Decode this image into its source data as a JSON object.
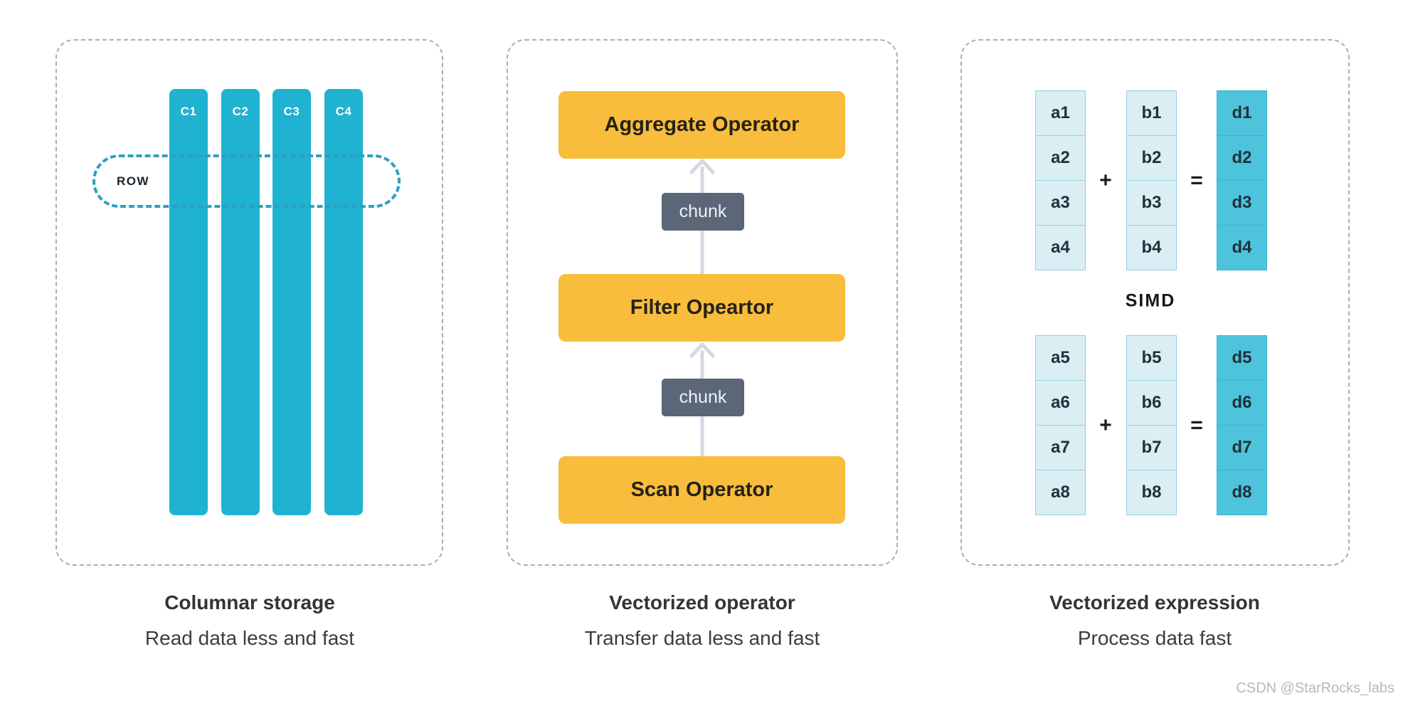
{
  "colors": {
    "column_teal": "#20b2d1",
    "row_outline_teal": "#2d9fc1",
    "operator_yellow": "#f8bd3c",
    "operator_text": "#262117",
    "chunk_slate": "#5b6677",
    "chunk_text": "#eff2f6",
    "arrow_gray": "#d4d8e2",
    "cell_light_fill": "#daeef3",
    "cell_light_border": "#93d3df",
    "cell_dark_fill": "#4ec3dc",
    "cell_dark_border": "#39b6d1",
    "cell_text": "#22313a",
    "sign_text": "#1e1e1e",
    "panel_border": "#aeaeae",
    "caption_text": "#343434",
    "watermark_gray": "#b8b8b8"
  },
  "panels": [
    {
      "id": "columnar-storage",
      "caption_title": "Columnar storage",
      "caption_subtitle": "Read data less and fast",
      "columns": [
        "C1",
        "C2",
        "C3",
        "C4"
      ],
      "row_label": "ROW"
    },
    {
      "id": "vectorized-operator",
      "caption_title": "Vectorized operator",
      "caption_subtitle": "Transfer data less and fast",
      "operators": [
        "Aggregate Operator",
        "Filter Opeartor",
        "Scan Operator"
      ],
      "chunk_label": "chunk"
    },
    {
      "id": "vectorized-expression",
      "caption_title": "Vectorized expression",
      "caption_subtitle": "Process data fast",
      "simd_label": "SIMD",
      "plus": "+",
      "equals": "=",
      "groups": [
        {
          "a": [
            "a1",
            "a2",
            "a3",
            "a4"
          ],
          "b": [
            "b1",
            "b2",
            "b3",
            "b4"
          ],
          "d": [
            "d1",
            "d2",
            "d3",
            "d4"
          ]
        },
        {
          "a": [
            "a5",
            "a6",
            "a7",
            "a8"
          ],
          "b": [
            "b5",
            "b6",
            "b7",
            "b8"
          ],
          "d": [
            "d5",
            "d6",
            "d7",
            "d8"
          ]
        }
      ]
    }
  ],
  "watermark": "CSDN @StarRocks_labs"
}
